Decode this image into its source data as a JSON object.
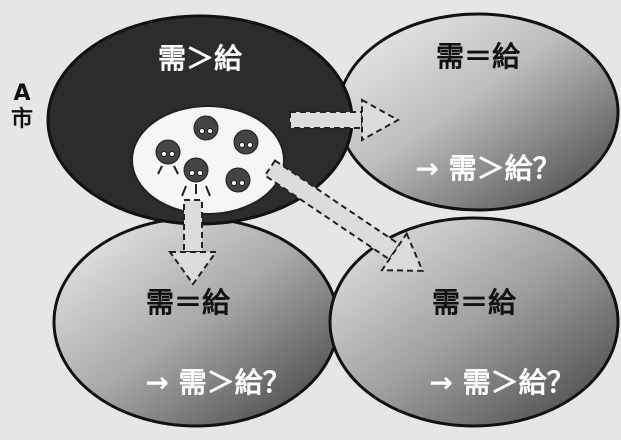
{
  "city_label": "A市",
  "regions": [
    {
      "id": "a",
      "title": "需＞給",
      "sub": ""
    },
    {
      "id": "tr",
      "title": "需＝給",
      "sub": "→ 需＞給？"
    },
    {
      "id": "bl",
      "title": "需＝給",
      "sub": "→ 需＞給？"
    },
    {
      "id": "br",
      "title": "需＝給",
      "sub": "→ 需＞給？"
    }
  ],
  "colors": {
    "city_fill": "#2c2c2c",
    "region_light": "#eeeeee",
    "region_dark": "#4a4a4a",
    "crowd_fill": "#f6f6f6",
    "text_light": "#ffffff",
    "text_dark": "#111111",
    "arrow_fill": "#dcdcdc"
  },
  "icons": [
    "people-group-icon",
    "dashed-arrow-icon"
  ]
}
